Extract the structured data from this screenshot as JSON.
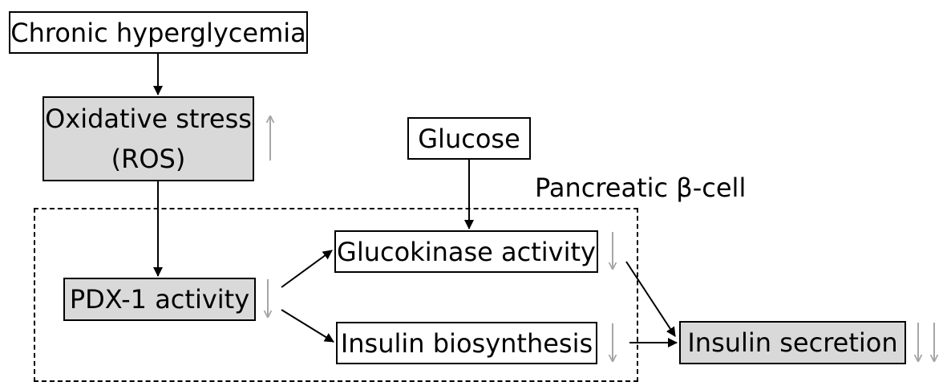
{
  "diagram": {
    "nodes": {
      "hyperglycemia": {
        "label": "Chronic hyperglycemia"
      },
      "oxidative_stress": {
        "line1": "Oxidative stress",
        "line2": "(ROS)",
        "trend": "up"
      },
      "glucose": {
        "label": "Glucose"
      },
      "pdx1": {
        "label": "PDX-1 activity",
        "trend": "down"
      },
      "glucokinase": {
        "label": "Glucokinase activity",
        "trend": "down"
      },
      "insulin_biosynthesis": {
        "label": "Insulin biosynthesis",
        "trend": "down"
      },
      "insulin_secretion": {
        "label": "Insulin secretion",
        "trend": "strongly down"
      }
    },
    "region": {
      "label": "Pancreatic β-cell"
    },
    "edges": [
      {
        "from": "Chronic hyperglycemia",
        "to": "Oxidative stress (ROS)"
      },
      {
        "from": "Oxidative stress (ROS)",
        "to": "PDX-1 activity"
      },
      {
        "from": "Glucose",
        "to": "Glucokinase activity"
      },
      {
        "from": "PDX-1 activity",
        "to": "Glucokinase activity"
      },
      {
        "from": "PDX-1 activity",
        "to": "Insulin biosynthesis"
      },
      {
        "from": "Glucokinase activity",
        "to": "Insulin secretion"
      },
      {
        "from": "Insulin biosynthesis",
        "to": "Insulin secretion"
      }
    ],
    "colors": {
      "highlight_fill": "#d9d9d9",
      "box_fill": "#ffffff",
      "indicator_arrow": "#a6a6a6",
      "line": "#000000"
    }
  }
}
